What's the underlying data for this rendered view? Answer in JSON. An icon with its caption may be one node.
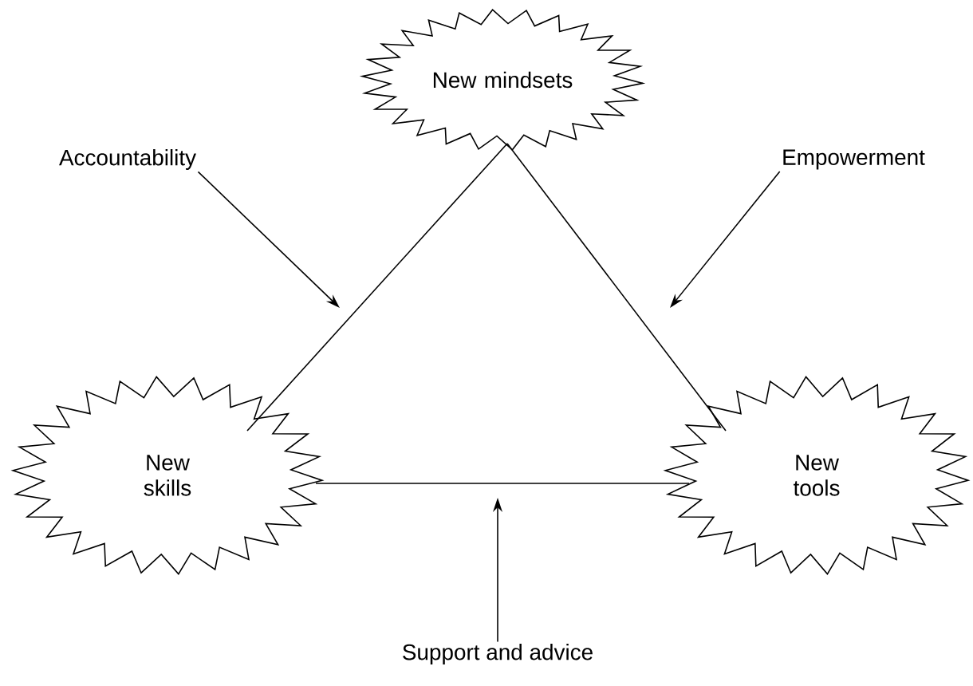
{
  "diagram": {
    "nodes": [
      {
        "text": [
          "New mindsets"
        ]
      },
      {
        "text": [
          "New skills"
        ]
      },
      {
        "text": [
          "New tools"
        ]
      },
      {
        "text": [
          "Accountability"
        ]
      },
      {
        "text": [
          "Empowerment"
        ]
      },
      {
        "text": [
          "Support and advice"
        ]
      }
    ],
    "edges": [
      {
        "from": 0,
        "to": 1,
        "arrow": "none"
      },
      {
        "from": 0,
        "to": 2,
        "arrow": "none"
      },
      {
        "from": 1,
        "to": 2,
        "arrow": "none"
      },
      {
        "from": 3,
        "to": null,
        "arrow": "to"
      },
      {
        "from": 4,
        "to": null,
        "arrow": "to"
      },
      {
        "from": 5,
        "to": null,
        "arrow": "to"
      }
    ]
  }
}
